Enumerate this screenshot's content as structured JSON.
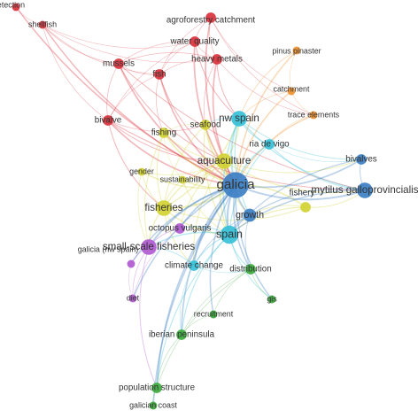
{
  "colors": {
    "red": "#d9323c",
    "orange": "#f0922e",
    "yellow": "#d2d234",
    "cyan": "#36c0d8",
    "blue": "#3c7fc4",
    "purple": "#b05ad0",
    "green": "#3caa3c"
  },
  "nodes": [
    {
      "id": "detection",
      "label": "detection",
      "cluster": "red",
      "weight": 1
    },
    {
      "id": "shellfish",
      "label": "shellfish",
      "cluster": "red",
      "weight": 1
    },
    {
      "id": "agroforestry-catchment",
      "label": "agroforestry catchment",
      "cluster": "red",
      "weight": 2
    },
    {
      "id": "water-quality",
      "label": "water quality",
      "cluster": "red",
      "weight": 2
    },
    {
      "id": "heavy-metals",
      "label": "heavy metals",
      "cluster": "red",
      "weight": 2
    },
    {
      "id": "mussels",
      "label": "mussels",
      "cluster": "red",
      "weight": 2
    },
    {
      "id": "fish",
      "label": "fish",
      "cluster": "red",
      "weight": 2
    },
    {
      "id": "bivalve",
      "label": "bivalve",
      "cluster": "red",
      "weight": 2
    },
    {
      "id": "pinus-pinaster",
      "label": "pinus pinaster",
      "cluster": "orange",
      "weight": 1
    },
    {
      "id": "catchment",
      "label": "catchment",
      "cluster": "orange",
      "weight": 1
    },
    {
      "id": "trace-elements",
      "label": "trace elements",
      "cluster": "orange",
      "weight": 1
    },
    {
      "id": "seafood",
      "label": "seafood",
      "cluster": "yellow",
      "weight": 2
    },
    {
      "id": "fishing",
      "label": "fishing",
      "cluster": "yellow",
      "weight": 2
    },
    {
      "id": "gender",
      "label": "gender",
      "cluster": "yellow",
      "weight": 1
    },
    {
      "id": "sustainability",
      "label": "sustainability",
      "cluster": "yellow",
      "weight": 1
    },
    {
      "id": "aquaculture",
      "label": "aquaculture",
      "cluster": "yellow",
      "weight": 4
    },
    {
      "id": "fisheries",
      "label": "fisheries",
      "cluster": "yellow",
      "weight": 4
    },
    {
      "id": "fishery",
      "label": "fishery",
      "cluster": "yellow",
      "weight": 2
    },
    {
      "id": "nw-spain",
      "label": "nw spain",
      "cluster": "cyan",
      "weight": 4
    },
    {
      "id": "ria-de-vigo",
      "label": "ria de vigo",
      "cluster": "cyan",
      "weight": 2
    },
    {
      "id": "spain",
      "label": "spain",
      "cluster": "cyan",
      "weight": 5
    },
    {
      "id": "climate-change",
      "label": "climate change",
      "cluster": "cyan",
      "weight": 2
    },
    {
      "id": "galicia",
      "label": "galicia",
      "cluster": "blue",
      "weight": 8
    },
    {
      "id": "bivalves",
      "label": "bivalves",
      "cluster": "blue",
      "weight": 2
    },
    {
      "id": "mytilus-galloprovincialis",
      "label": "mytilus galloprovincialis",
      "cluster": "blue",
      "weight": 4
    },
    {
      "id": "growth",
      "label": "growth",
      "cluster": "blue",
      "weight": 3
    },
    {
      "id": "octopus-vulgaris",
      "label": "octopus vulgaris",
      "cluster": "purple",
      "weight": 2
    },
    {
      "id": "small-scale-fisheries",
      "label": "small-scale fisheries",
      "cluster": "purple",
      "weight": 4
    },
    {
      "id": "galicia-nw-spain",
      "label": "galicia (nw spain)",
      "cluster": "purple",
      "weight": 1
    },
    {
      "id": "diet",
      "label": "diet",
      "cluster": "purple",
      "weight": 1
    },
    {
      "id": "distribution",
      "label": "distribution",
      "cluster": "green",
      "weight": 2
    },
    {
      "id": "gis",
      "label": "gis",
      "cluster": "green",
      "weight": 1
    },
    {
      "id": "recruitment",
      "label": "recruitment",
      "cluster": "green",
      "weight": 1
    },
    {
      "id": "iberian-peninsula",
      "label": "iberian peninsula",
      "cluster": "green",
      "weight": 2
    },
    {
      "id": "population-structure",
      "label": "population structure",
      "cluster": "green",
      "weight": 2
    },
    {
      "id": "galician-coast",
      "label": "galician coast",
      "cluster": "green",
      "weight": 1
    }
  ],
  "edges": [
    [
      "detection",
      "shellfish"
    ],
    [
      "shellfish",
      "mussels"
    ],
    [
      "shellfish",
      "fish"
    ],
    [
      "shellfish",
      "bivalve"
    ],
    [
      "shellfish",
      "heavy-metals"
    ],
    [
      "shellfish",
      "galicia"
    ],
    [
      "shellfish",
      "water-quality"
    ],
    [
      "detection",
      "galicia"
    ],
    [
      "agroforestry-catchment",
      "water-quality"
    ],
    [
      "agroforestry-catchment",
      "heavy-metals"
    ],
    [
      "agroforestry-catchment",
      "catchment"
    ],
    [
      "agroforestry-catchment",
      "galicia"
    ],
    [
      "agroforestry-catchment",
      "trace-elements"
    ],
    [
      "agroforestry-catchment",
      "fish"
    ],
    [
      "water-quality",
      "heavy-metals"
    ],
    [
      "water-quality",
      "fish"
    ],
    [
      "water-quality",
      "mussels"
    ],
    [
      "water-quality",
      "galicia"
    ],
    [
      "water-quality",
      "bivalve"
    ],
    [
      "water-quality",
      "nw-spain"
    ],
    [
      "heavy-metals",
      "mussels"
    ],
    [
      "heavy-metals",
      "fish"
    ],
    [
      "heavy-metals",
      "seafood"
    ],
    [
      "heavy-metals",
      "galicia"
    ],
    [
      "heavy-metals",
      "trace-elements"
    ],
    [
      "heavy-metals",
      "nw-spain"
    ],
    [
      "mussels",
      "fish"
    ],
    [
      "mussels",
      "bivalve"
    ],
    [
      "mussels",
      "galicia"
    ],
    [
      "mussels",
      "aquaculture"
    ],
    [
      "mussels",
      "mytilus-galloprovincialis"
    ],
    [
      "fish",
      "bivalve"
    ],
    [
      "fish",
      "aquaculture"
    ],
    [
      "fish",
      "galicia"
    ],
    [
      "fish",
      "fishing"
    ],
    [
      "bivalve",
      "galicia"
    ],
    [
      "bivalve",
      "aquaculture"
    ],
    [
      "bivalve",
      "fisheries"
    ],
    [
      "bivalve",
      "seafood"
    ],
    [
      "bivalve",
      "mytilus-galloprovincialis"
    ],
    [
      "pinus-pinaster",
      "catchment"
    ],
    [
      "pinus-pinaster",
      "galicia"
    ],
    [
      "pinus-pinaster",
      "nw-spain"
    ],
    [
      "catchment",
      "trace-elements"
    ],
    [
      "catchment",
      "galicia"
    ],
    [
      "catchment",
      "nw-spain"
    ],
    [
      "trace-elements",
      "galicia"
    ],
    [
      "trace-elements",
      "ria-de-vigo"
    ],
    [
      "seafood",
      "galicia"
    ],
    [
      "seafood",
      "aquaculture"
    ],
    [
      "seafood",
      "fishing"
    ],
    [
      "seafood",
      "fisheries"
    ],
    [
      "seafood",
      "spain"
    ],
    [
      "fishing",
      "aquaculture"
    ],
    [
      "fishing",
      "galicia"
    ],
    [
      "fishing",
      "fisheries"
    ],
    [
      "fishing",
      "sustainability"
    ],
    [
      "fishing",
      "small-scale-fisheries"
    ],
    [
      "gender",
      "aquaculture"
    ],
    [
      "gender",
      "galicia"
    ],
    [
      "gender",
      "fisheries"
    ],
    [
      "gender",
      "small-scale-fisheries"
    ],
    [
      "sustainability",
      "aquaculture"
    ],
    [
      "sustainability",
      "galicia"
    ],
    [
      "sustainability",
      "fisheries"
    ],
    [
      "sustainability",
      "spain"
    ],
    [
      "aquaculture",
      "galicia"
    ],
    [
      "aquaculture",
      "nw-spain"
    ],
    [
      "aquaculture",
      "spain"
    ],
    [
      "aquaculture",
      "fisheries"
    ],
    [
      "aquaculture",
      "mytilus-galloprovincialis"
    ],
    [
      "aquaculture",
      "growth"
    ],
    [
      "aquaculture",
      "climate-change"
    ],
    [
      "aquaculture",
      "octopus-vulgaris"
    ],
    [
      "aquaculture",
      "bivalves"
    ],
    [
      "fisheries",
      "galicia"
    ],
    [
      "fisheries",
      "spain"
    ],
    [
      "fisheries",
      "small-scale-fisheries"
    ],
    [
      "fisheries",
      "octopus-vulgaris"
    ],
    [
      "fisheries",
      "fishery"
    ],
    [
      "fisheries",
      "climate-change"
    ],
    [
      "fisheries",
      "nw-spain"
    ],
    [
      "fishery",
      "galicia"
    ],
    [
      "fishery",
      "spain"
    ],
    [
      "fishery",
      "mytilus-galloprovincialis"
    ],
    [
      "fishery",
      "growth"
    ],
    [
      "nw-spain",
      "galicia"
    ],
    [
      "nw-spain",
      "ria-de-vigo"
    ],
    [
      "nw-spain",
      "spain"
    ],
    [
      "nw-spain",
      "bivalves"
    ],
    [
      "nw-spain",
      "mytilus-galloprovincialis"
    ],
    [
      "nw-spain",
      "growth"
    ],
    [
      "nw-spain",
      "seafood"
    ],
    [
      "ria-de-vigo",
      "galicia"
    ],
    [
      "ria-de-vigo",
      "mytilus-galloprovincialis"
    ],
    [
      "ria-de-vigo",
      "bivalves"
    ],
    [
      "ria-de-vigo",
      "spain"
    ],
    [
      "galicia",
      "spain"
    ],
    [
      "galicia",
      "growth"
    ],
    [
      "galicia",
      "mytilus-galloprovincialis"
    ],
    [
      "galicia",
      "bivalves"
    ],
    [
      "galicia",
      "climate-change"
    ],
    [
      "galicia",
      "distribution"
    ],
    [
      "galicia",
      "small-scale-fisheries"
    ],
    [
      "galicia",
      "octopus-vulgaris"
    ],
    [
      "galicia",
      "galicia-nw-spain"
    ],
    [
      "galicia",
      "gis"
    ],
    [
      "galicia",
      "diet"
    ],
    [
      "galicia",
      "iberian-peninsula"
    ],
    [
      "galicia",
      "population-structure"
    ],
    [
      "galicia",
      "recruitment"
    ],
    [
      "galicia",
      "galician-coast"
    ],
    [
      "bivalves",
      "mytilus-galloprovincialis"
    ],
    [
      "bivalves",
      "spain"
    ],
    [
      "mytilus-galloprovincialis",
      "spain"
    ],
    [
      "mytilus-galloprovincialis",
      "growth"
    ],
    [
      "growth",
      "spain"
    ],
    [
      "growth",
      "distribution"
    ],
    [
      "growth",
      "climate-change"
    ],
    [
      "spain",
      "climate-change"
    ],
    [
      "spain",
      "small-scale-fisheries"
    ],
    [
      "spain",
      "distribution"
    ],
    [
      "spain",
      "octopus-vulgaris"
    ],
    [
      "spain",
      "population-structure"
    ],
    [
      "spain",
      "gis"
    ],
    [
      "spain",
      "iberian-peninsula"
    ],
    [
      "climate-change",
      "distribution"
    ],
    [
      "climate-change",
      "iberian-peninsula"
    ],
    [
      "climate-change",
      "small-scale-fisheries"
    ],
    [
      "octopus-vulgaris",
      "small-scale-fisheries"
    ],
    [
      "octopus-vulgaris",
      "diet"
    ],
    [
      "small-scale-fisheries",
      "galicia-nw-spain"
    ],
    [
      "small-scale-fisheries",
      "diet"
    ],
    [
      "small-scale-fisheries",
      "population-structure"
    ],
    [
      "galicia-nw-spain",
      "diet"
    ],
    [
      "distribution",
      "gis"
    ],
    [
      "distribution",
      "recruitment"
    ],
    [
      "distribution",
      "iberian-peninsula"
    ],
    [
      "distribution",
      "population-structure"
    ],
    [
      "recruitment",
      "iberian-peninsula"
    ],
    [
      "iberian-peninsula",
      "population-structure"
    ],
    [
      "population-structure",
      "galician-coast"
    ]
  ]
}
